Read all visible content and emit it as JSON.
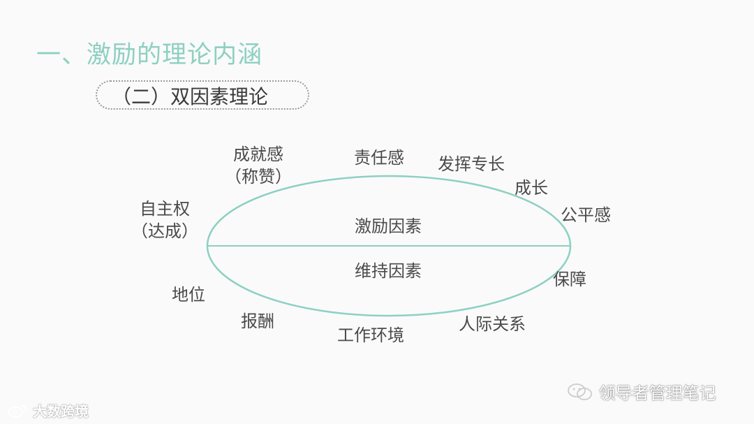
{
  "title": "一、激励的理论内涵",
  "subtitle": "（二）双因素理论",
  "ellipse": {
    "upper_label": "激励因素",
    "lower_label": "维持因素",
    "stroke_color": "#8dd0c2"
  },
  "motivators": [
    {
      "line1": "成就感",
      "line2": "（称赞）"
    },
    {
      "line1": "责任感"
    },
    {
      "line1": "发挥专长"
    },
    {
      "line1": "成长"
    },
    {
      "line1": "公平感"
    },
    {
      "line1": "自主权",
      "line2": "（达成）"
    }
  ],
  "hygiene": [
    {
      "line1": "地位"
    },
    {
      "line1": "报酬"
    },
    {
      "line1": "工作环境"
    },
    {
      "line1": "人际关系"
    },
    {
      "line1": "保障"
    }
  ],
  "watermarks": {
    "left": "大数跨境",
    "right": "领导者管理笔记",
    "left_icon": "weibo-logo-icon",
    "right_icon": "wechat-logo-icon"
  },
  "colors": {
    "title": "#8dd0c2",
    "text": "#4a4a4a"
  }
}
